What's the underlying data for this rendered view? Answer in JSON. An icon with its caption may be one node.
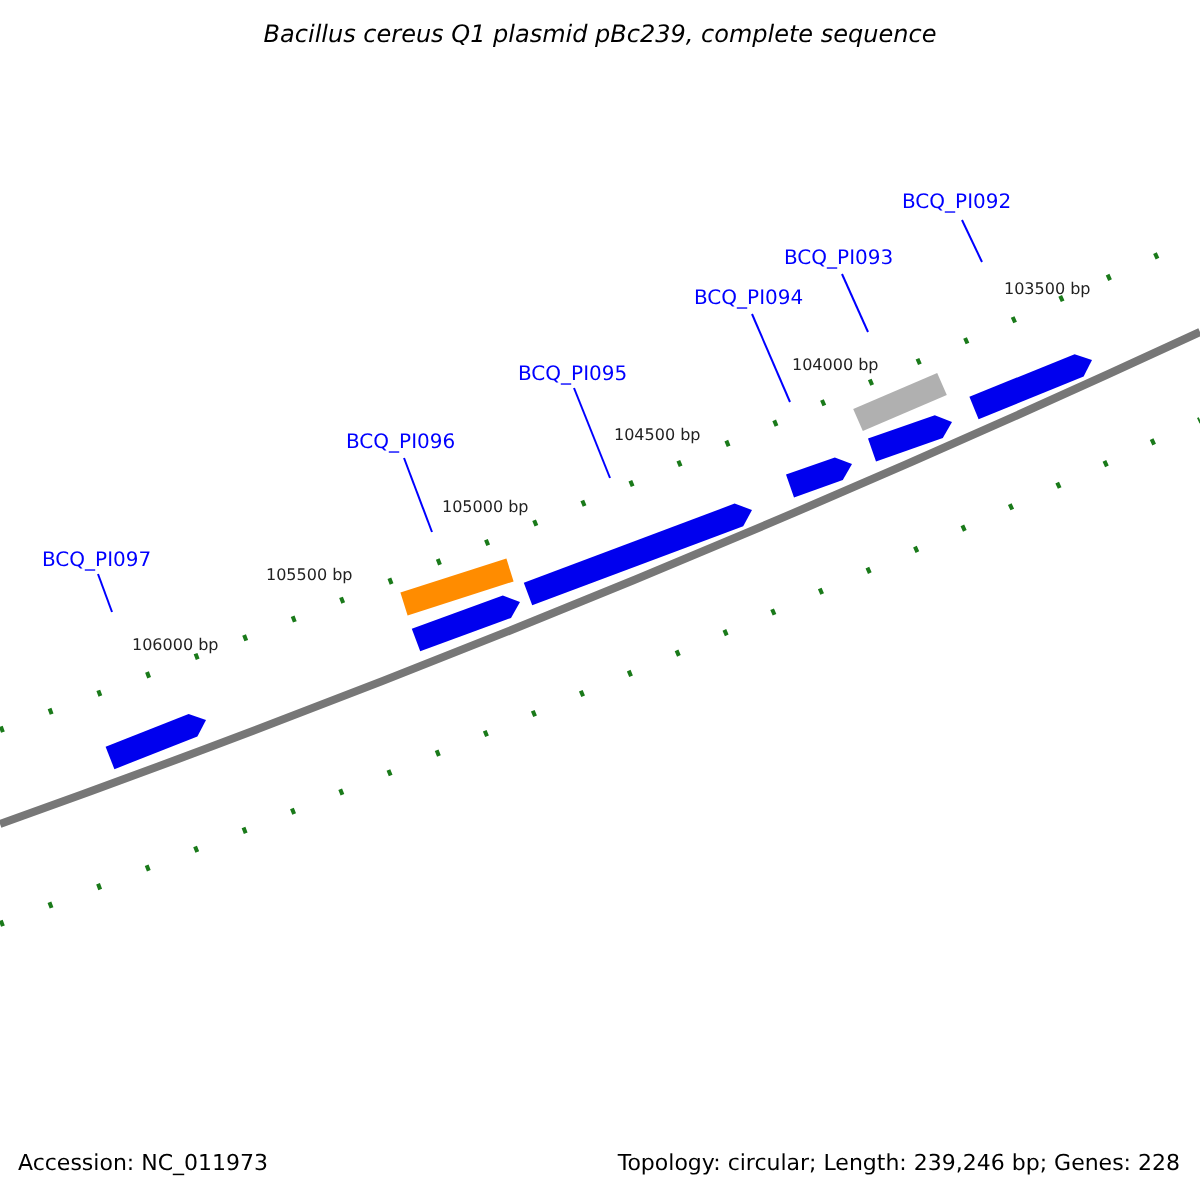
{
  "diagram": {
    "title": "Bacillus cereus Q1 plasmid pBc239, complete sequence",
    "nodes": [
      {
        "text": [
          "BCQ_PI092"
        ]
      },
      {
        "text": [
          "BCQ_PI093"
        ]
      },
      {
        "text": [
          "BCQ_PI094"
        ]
      },
      {
        "text": [
          "BCQ_PI095"
        ]
      },
      {
        "text": [
          "BCQ_PI096"
        ]
      },
      {
        "text": [
          "BCQ_PI097"
        ]
      }
    ],
    "edges": [
      {
        "from": 0,
        "to": null,
        "arrow": "none"
      },
      {
        "from": 1,
        "to": null,
        "arrow": "none"
      },
      {
        "from": 2,
        "to": null,
        "arrow": "none"
      },
      {
        "from": 3,
        "to": null,
        "arrow": "none"
      },
      {
        "from": 4,
        "to": null,
        "arrow": "none"
      },
      {
        "from": 5,
        "to": null,
        "arrow": "none"
      }
    ],
    "labels": [
      "103500 bp",
      "104000 bp",
      "104500 bp",
      "105000 bp",
      "105500 bp",
      "106000 bp",
      "Accession: NC_011973",
      "Topology: circular; Length: 239,246 bp; Genes: 228"
    ]
  }
}
